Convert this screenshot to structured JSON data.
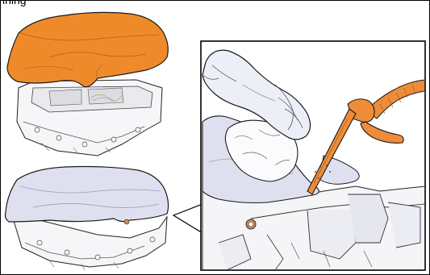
{
  "header": {
    "clipped_text": "ining"
  },
  "colors": {
    "orange_cloth": "#ef8a2a",
    "blue_cloth": "#dfe0ef",
    "blower": "#ee8c3a",
    "outline": "#1a1a1a",
    "inset_border": "#000000",
    "metal": "#f5f5f8"
  },
  "illustration": {
    "items": [
      {
        "name": "orange-cloth",
        "icon": "cloth-icon"
      },
      {
        "name": "engine-housing-top",
        "icon": "engine-housing-icon"
      },
      {
        "name": "blue-cloth",
        "icon": "cloth-icon"
      },
      {
        "name": "engine-housing-bottom",
        "icon": "engine-housing-icon"
      },
      {
        "name": "detail-inset",
        "icon": "magnify-callout-icon"
      },
      {
        "name": "gloved-hand",
        "icon": "glove-icon"
      },
      {
        "name": "rag",
        "icon": "rag-icon"
      },
      {
        "name": "air-blow-gun",
        "icon": "air-gun-icon"
      }
    ]
  }
}
